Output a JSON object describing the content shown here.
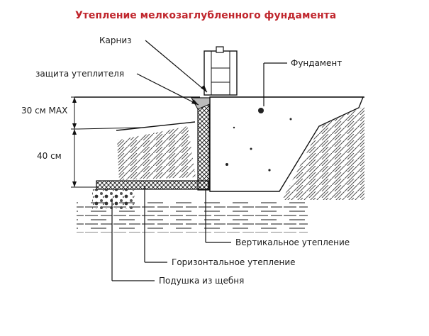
{
  "title": "Утепление мелкозаглубленного фундамента",
  "labels": {
    "cornice": "Карниз",
    "insulation_protection": "защита утеплителя",
    "dim_top": "30 см  MAX",
    "dim_bottom": "40 см",
    "foundation": "Фундамент",
    "vertical_insulation": "Вертикальное утепление",
    "horizontal_insulation": "Горизонтальное утепление",
    "gravel_bed": "Подушка из щебня"
  }
}
